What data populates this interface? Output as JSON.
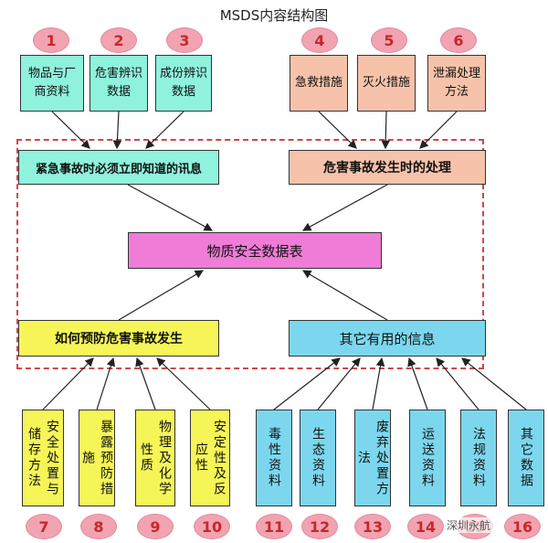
{
  "title": "MSDS内容结构图",
  "numbers": [
    "1",
    "2",
    "3",
    "4",
    "5",
    "6",
    "7",
    "8",
    "9",
    "10",
    "11",
    "12",
    "13",
    "14",
    "15",
    "16"
  ],
  "top_left_boxes": [
    "物品与厂商资料",
    "危害辨识数据",
    "成份辨识数据"
  ],
  "top_right_boxes": [
    "急救措施",
    "灭火措施",
    "泄漏处理方法"
  ],
  "section_emergency": "紧急事故时必须立即知道的讯息",
  "section_accident": "危害事故发生时的处理",
  "center": "物质安全数据表",
  "section_prevent": "如何预防危害事故发生",
  "section_other": "其它有用的信息",
  "bottom_left_boxes": [
    "安全处置与储存方法",
    "暴露预防措施",
    "物理及化学性质",
    "安定性及反应性"
  ],
  "bottom_right_boxes": [
    "毒性资料",
    "生态资料",
    "废弃处置方法",
    "运送资料",
    "法规资料",
    "其它数据"
  ],
  "watermark": "深圳永航",
  "colors": {
    "cyan": "#8ff2dc",
    "salmon": "#f6c3aa",
    "yellow": "#f6f558",
    "blue": "#7cd7ee",
    "pink": "#ef7cd6",
    "number_fill": "#f2a3b2",
    "number_text": "#c62828",
    "dashed_border": "#c94a4a"
  }
}
